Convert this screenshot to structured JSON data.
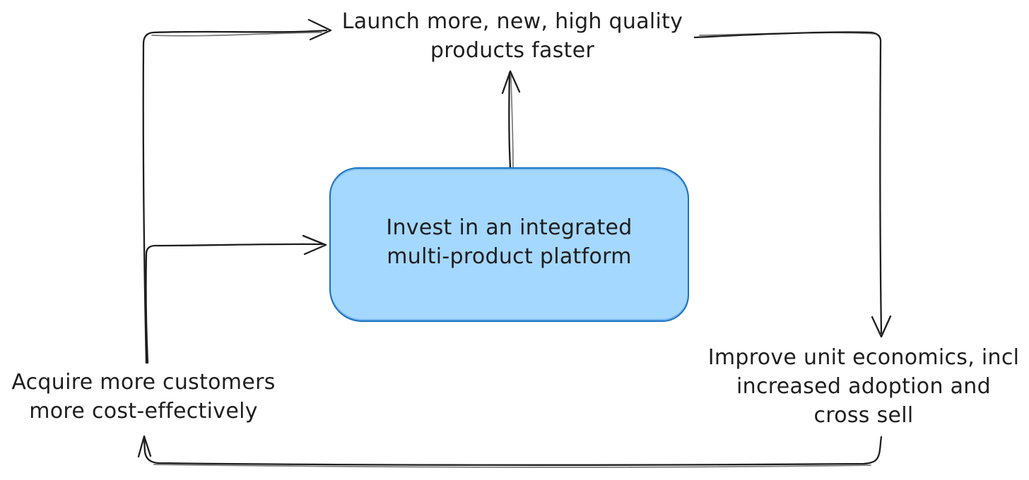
{
  "canvas": {
    "background": "#ffffff"
  },
  "diagram": {
    "type": "flywheel-cycle",
    "style": "hand-drawn",
    "center_box": {
      "label": "Invest in an integrated\nmulti-product platform",
      "fill": "#a5d8ff",
      "stroke": "#1971c2"
    },
    "nodes": {
      "top": {
        "label": "Launch more, new, high quality\nproducts faster"
      },
      "bottom_left": {
        "label": "Acquire more customers\nmore cost-effectively"
      },
      "bottom_right": {
        "label": "Improve unit economics, incl\nincreased adoption and\ncross sell"
      }
    },
    "edges": [
      {
        "from": "bottom_left",
        "to": "top"
      },
      {
        "from": "bottom_left",
        "to": "center_box"
      },
      {
        "from": "center_box",
        "to": "top"
      },
      {
        "from": "top",
        "to": "bottom_right"
      },
      {
        "from": "bottom_right",
        "to": "bottom_left"
      }
    ],
    "colors": {
      "arrow": "#1e1e1e",
      "text": "#1e1e1e"
    }
  }
}
